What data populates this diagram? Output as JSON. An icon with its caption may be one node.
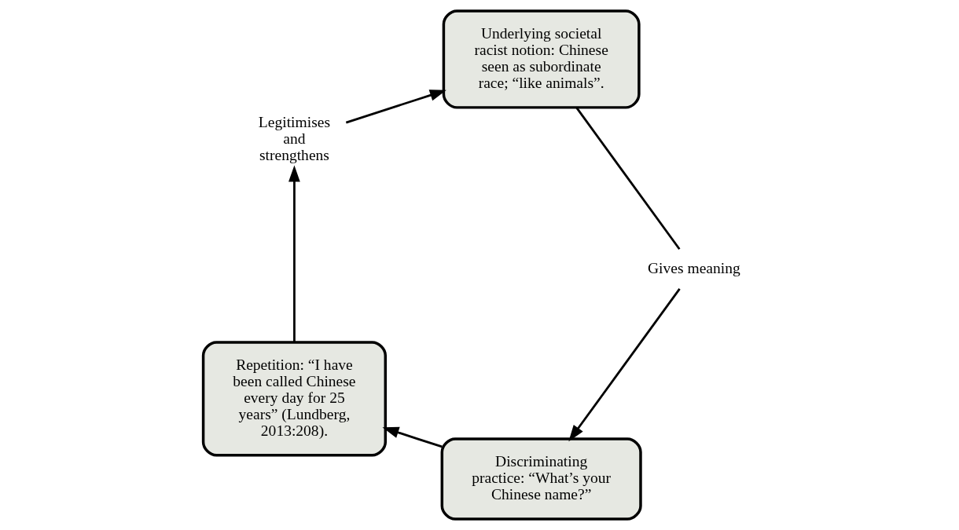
{
  "diagram": {
    "nodes": [
      {
        "text": [
          "Discriminating practice: “What’s your Chinese name?”"
        ]
      },
      {
        "text": [
          "Repetition: “I have been called Chinese every day for 25 years” (Lundberg, 2013:208)."
        ]
      },
      {
        "text": [
          "Legitimises and strengthens"
        ]
      },
      {
        "text": [
          "Underlying societal racist notion: Chinese seen as subordinate race; “like animals”."
        ]
      },
      {
        "text": [
          "Gives meaning"
        ]
      }
    ],
    "edges": [
      {
        "from": 0,
        "to": 1,
        "arrow": "to"
      },
      {
        "from": 1,
        "to": 2,
        "arrow": "to"
      },
      {
        "from": 2,
        "to": 3,
        "arrow": "to"
      },
      {
        "from": 3,
        "to": 4,
        "arrow": "none"
      },
      {
        "from": 4,
        "to": 0,
        "arrow": "to"
      }
    ]
  }
}
